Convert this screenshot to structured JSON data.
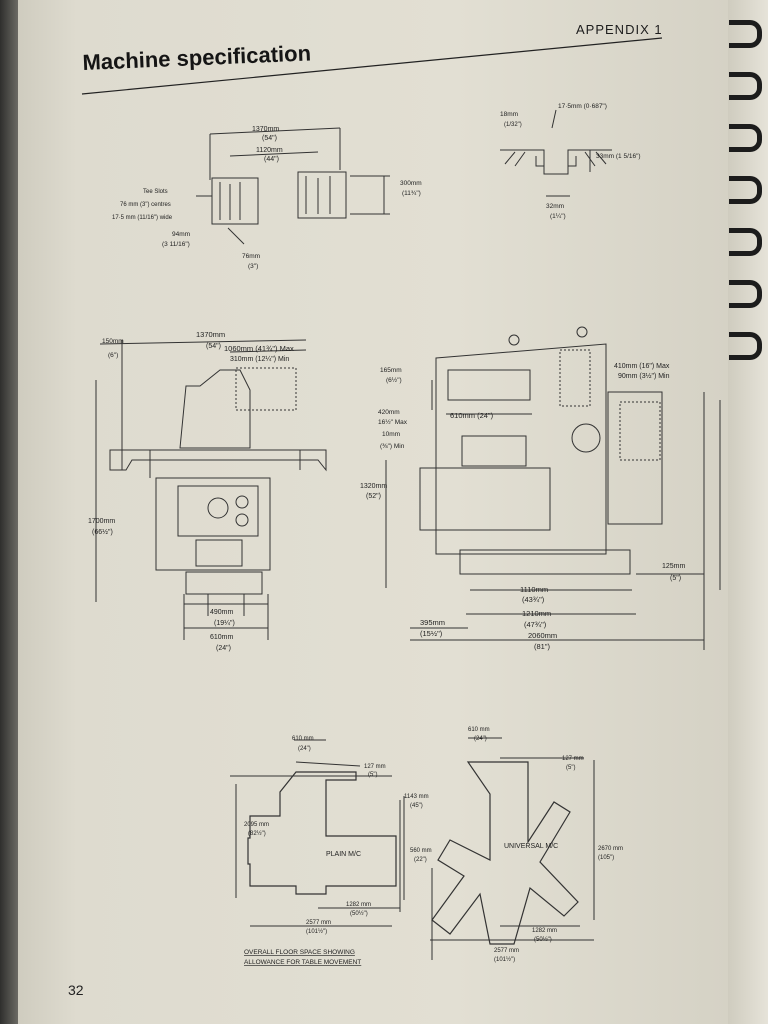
{
  "header": {
    "appendix": "APPENDIX 1",
    "title": "Machine specification"
  },
  "page_number": "32",
  "table_diagram": {
    "length": "1370mm",
    "length_in": "(54\")",
    "centres": "1120mm",
    "centres_in": "(44\")",
    "tee_slots": "Tee Slots",
    "tee_centres": "76 mm (3\") centres",
    "tee_wide": "17·5 mm (11/16\") wide",
    "width": "300mm",
    "width_in": "(11¾\")",
    "left_edge": "94mm",
    "left_edge_in": "(3 11/16\")",
    "slot_pitch": "76mm",
    "slot_pitch_in": "(3\")"
  },
  "slot_detail": {
    "slot": "17·5mm (0·687\")",
    "depth_a": "18mm",
    "depth_a_in": "(1/32\")",
    "height": "33mm (1 5/16\")",
    "bottom": "32mm",
    "bottom_in": "(1¼\")"
  },
  "front_view": {
    "overhang": "150mm",
    "overhang_in": "(6\")",
    "table": "1370mm",
    "table_in": "(54\")",
    "max": "1060mm (41¾\") Max",
    "min": "310mm (12¼\") Min",
    "height": "1700mm",
    "height_in": "(66½\")",
    "base": "490mm",
    "base_in": "(19¼\")",
    "foot": "610mm",
    "foot_in": "(24\")"
  },
  "side_view": {
    "top": "165mm",
    "top_in": "(6½\")",
    "knee_max": "420mm",
    "knee_max_in": "16½\" Max",
    "knee_min": "10mm",
    "knee_min_in": "(⅜\") Min",
    "table_w": "610mm (24\")",
    "spindle_max": "410mm (16\") Max",
    "spindle_min": "90mm (3½\") Min",
    "height": "1320mm",
    "height_in": "(52\")",
    "side": "125mm",
    "side_in": "(5\")",
    "base": "1110mm",
    "base_in": "(43¾\")",
    "left": "395mm",
    "left_in": "(15½\")",
    "mid": "1210mm",
    "mid_in": "(47¾\")",
    "total": "2060mm",
    "total_in": "(81\")"
  },
  "floor_plan": {
    "plain_label": "PLAIN M/C",
    "universal_label": "UNIVERSAL M/C",
    "p_w": "610 mm",
    "p_w_in": "(24\")",
    "p_off": "127 mm",
    "p_off_in": "(5\")",
    "p_depth": "2095 mm",
    "p_depth_in": "(82½\")",
    "p_base": "1282 mm",
    "p_base_in": "(50½\")",
    "p_total": "2577 mm",
    "p_total_in": "(101½\")",
    "u_w": "610 mm",
    "u_w_in": "(24\")",
    "u_off": "127 mm",
    "u_off_in": "(5\")",
    "u_top": "1143 mm",
    "u_top_in": "(45\")",
    "u_mid": "560 mm",
    "u_mid_in": "(22\")",
    "u_depth": "2670 mm",
    "u_depth_in": "(105\")",
    "u_base": "1282 mm",
    "u_base_in": "(50½\")",
    "u_total": "2577 mm",
    "u_total_in": "(101½\")",
    "caption1": "OVERALL FLOOR SPACE SHOWING",
    "caption2": "ALLOWANCE FOR TABLE MOVEMENT"
  }
}
